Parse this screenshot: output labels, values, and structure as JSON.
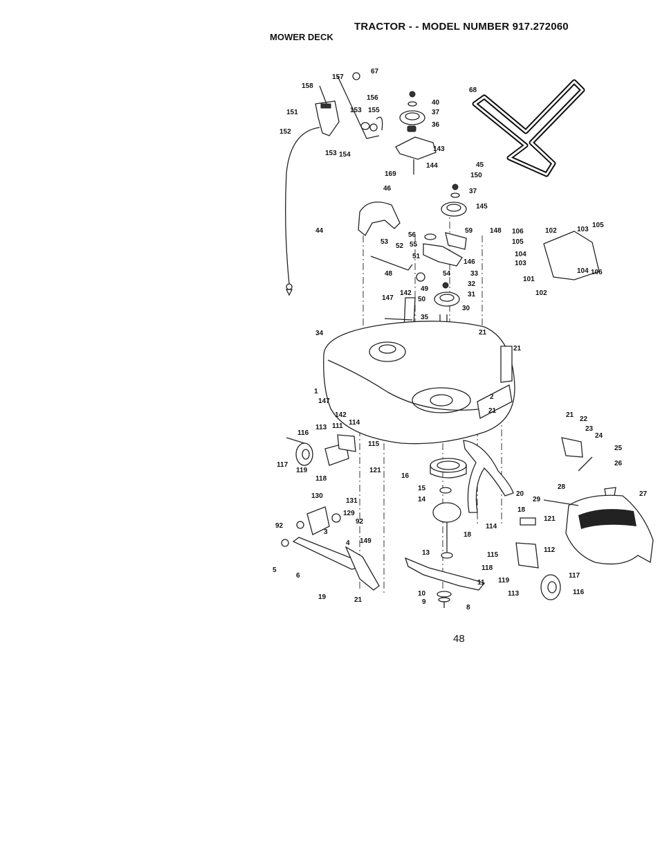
{
  "header": {
    "title": "TRACTOR - - MODEL NUMBER 917.272060",
    "subtitle": "MOWER DECK"
  },
  "page_number": "48",
  "callouts": [
    "158",
    "157",
    "67",
    "151",
    "156",
    "153",
    "155",
    "40",
    "37",
    "36",
    "152",
    "153",
    "154",
    "143",
    "144",
    "68",
    "169",
    "45",
    "150",
    "46",
    "37",
    "145",
    "44",
    "106",
    "102",
    "103",
    "105",
    "56",
    "59",
    "148",
    "105",
    "53",
    "52",
    "55",
    "104",
    "51",
    "146",
    "103",
    "54",
    "33",
    "48",
    "49",
    "101",
    "104",
    "106",
    "32",
    "50",
    "102",
    "147",
    "142",
    "31",
    "30",
    "35",
    "34",
    "21",
    "21",
    "1",
    "2",
    "147",
    "21",
    "142",
    "114",
    "113",
    "111",
    "116",
    "115",
    "21",
    "22",
    "23",
    "24",
    "117",
    "119",
    "118",
    "121",
    "16",
    "25",
    "26",
    "130",
    "131",
    "15",
    "20",
    "28",
    "27",
    "129",
    "14",
    "29",
    "18",
    "92",
    "92",
    "3",
    "121",
    "18",
    "114",
    "4",
    "149",
    "13",
    "115",
    "112",
    "5",
    "6",
    "118",
    "11",
    "119",
    "117",
    "10",
    "113",
    "116",
    "19",
    "21",
    "9",
    "8"
  ]
}
